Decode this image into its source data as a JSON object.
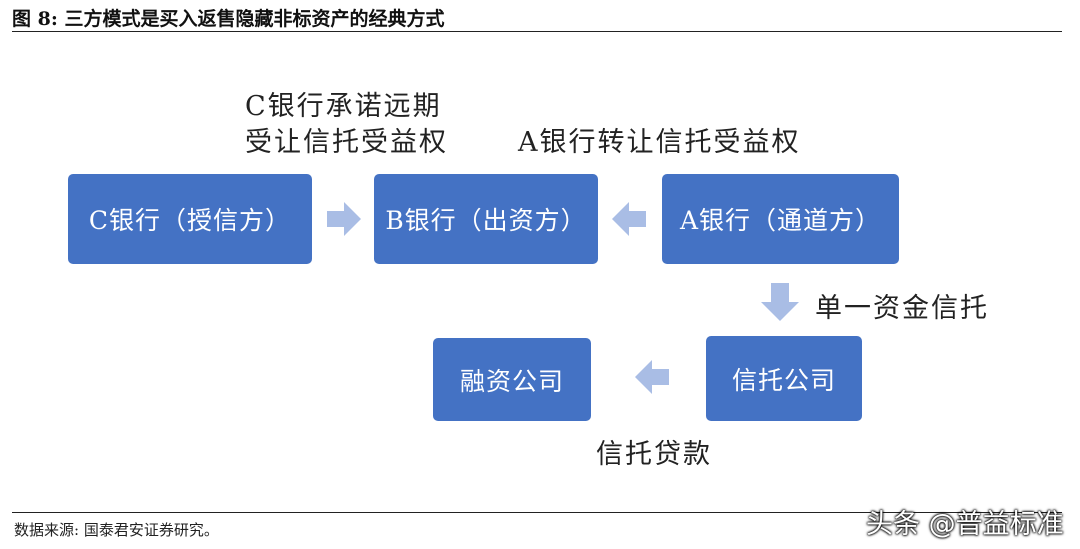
{
  "figure": {
    "title": "图 8:  三方模式是买入返售隐藏非标资产的经典方式",
    "source": "数据来源:  国泰君安证券研究。"
  },
  "nodes": {
    "c_bank": "C银行（授信方）",
    "b_bank": "B银行（出资方）",
    "a_bank": "A银行（通道方）",
    "trust_company": "信托公司",
    "financing_company": "融资公司"
  },
  "labels": {
    "c_commit_line1": "C银行承诺远期",
    "c_commit_line2": "受让信托受益权",
    "a_transfer": "A银行转让信托受益权",
    "single_trust": "单一资金信托",
    "trust_loan": "信托贷款"
  },
  "watermark": "头条 @普益标准",
  "colors": {
    "node_fill": "#4472c4",
    "arrow_fill": "#a9bde5",
    "text": "#222222"
  }
}
